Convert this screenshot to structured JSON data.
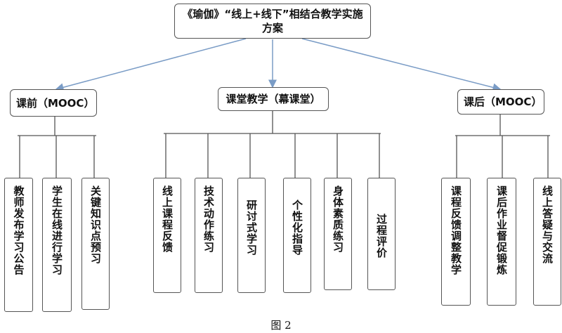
{
  "diagram": {
    "root": {
      "label": "《瑜伽》“线上+线下”相结合教学实施方案"
    },
    "branches": [
      {
        "label": "课前（MOOC）",
        "children": [
          "教师发布学习公告",
          "学生在线进行学习",
          "关键知识点预习"
        ]
      },
      {
        "label": "课堂教学（幕课堂）",
        "children": [
          "线上课程反馈",
          "技术动作练习",
          "研讨式学习",
          "个性化指导",
          "身体素质练习",
          "过程评价"
        ]
      },
      {
        "label": "课后（MOOC）",
        "children": [
          "课程反馈调整教学",
          "课后作业督促锻炼",
          "线上答疑与交流"
        ]
      }
    ],
    "caption": "图 2",
    "colors": {
      "arrow": "#7a9cc6",
      "line": "#555555",
      "border": "#555555"
    }
  }
}
